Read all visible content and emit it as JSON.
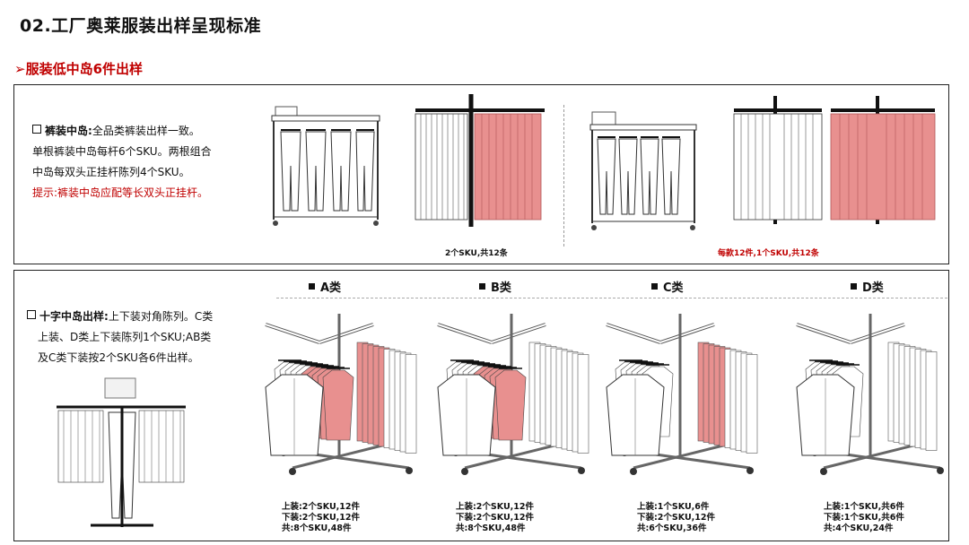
{
  "page": {
    "title": "02.工厂奥莱服装出样呈现标准",
    "subtitle": "➢服装低中岛6件出样"
  },
  "pants_section": {
    "heading": "裤装中岛:",
    "line1": "全品类裤装出样一致。",
    "line2": "单根裤装中岛每杆6个SKU。两根组合",
    "line3": "中岛每双头正挂杆陈列4个SKU。",
    "tip": "提示:裤装中岛应配等长双头正挂杆。",
    "caption_left": "2个SKU,共12条",
    "caption_right": "每款12件,1个SKU,共12条",
    "colors": {
      "accent": "#c00000",
      "pink": "#e8908f"
    }
  },
  "cross_section": {
    "heading": "十字中岛出样:",
    "line1": "上下装对角陈列。C类",
    "line2": "上装、D类上下装陈列1个SKU;AB类",
    "line3": "及C类下装按2个SKU各6件出样。",
    "categories": [
      {
        "label": "A类",
        "top": "上装:2个SKU,12件",
        "bottom": "下装:2个SKU,12件",
        "total": "共:8个SKU,48件"
      },
      {
        "label": "B类",
        "top": "上装:2个SKU,12件",
        "bottom": "下装:2个SKU,12件",
        "total": "共:8个SKU,48件"
      },
      {
        "label": "C类",
        "top": "上装:1个SKU,6件",
        "bottom": "下装:2个SKU,12件",
        "total": "共:6个SKU,36件"
      },
      {
        "label": "D类",
        "top": "上装:1个SKU,共6件",
        "bottom": "下装:1个SKU,共6件",
        "total": "共:4个SKU,24件"
      }
    ]
  }
}
